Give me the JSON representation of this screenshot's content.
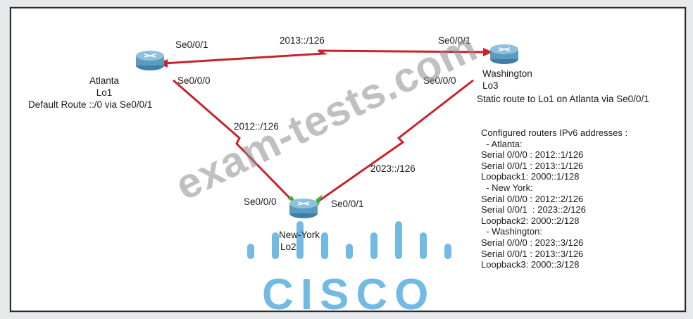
{
  "routers": {
    "atlanta": {
      "name": "Atlanta",
      "loopback": "Lo1",
      "note": "Default Route ::/0 via Se0/0/1"
    },
    "washington": {
      "name": "Washington",
      "loopback": "Lo3",
      "note": "Static route to Lo1 on Atlanta via Se0/0/1"
    },
    "newyork": {
      "name": "New-York",
      "loopback": "Lo2"
    }
  },
  "interfaces": {
    "atlanta_se001": "Se0/0/1",
    "atlanta_se000": "Se0/0/0",
    "washington_se001": "Se0/0/1",
    "washington_se000": "Se0/0/0",
    "newyork_se000": "Se0/0/0",
    "newyork_se001": "Se0/0/1"
  },
  "links": {
    "atl_wash": "2013::/126",
    "atl_ny": "2012::/126",
    "wash_ny": "2023::/126"
  },
  "addresses": {
    "title": "Configured routers IPv6 addresses :",
    "lines": [
      "  - Atlanta:",
      "Serial 0/0/0 : 2012::1/126",
      "Serial 0/0/1 : 2013::1/126",
      "Loopback1: 2000::1/128",
      "  - New York:",
      "Serial 0/0/0 : 2012::2/126",
      "Serial 0/0/1  : 2023::2/126",
      "Loopback2: 2000::2/128",
      "  - Washington:",
      "Serial 0/0/0 : 2023::3/126",
      "Serial 0/0/1 : 2013::3/126",
      "Loopback3: 2000::3/128"
    ]
  },
  "watermark": "exam-tests.com",
  "logo": {
    "wordmark": "CISCO"
  },
  "colors": {
    "link": "#c8232c",
    "router_body": "#5b9bc0",
    "logo": "#5aaee0",
    "port_up": "#3cae3c"
  }
}
